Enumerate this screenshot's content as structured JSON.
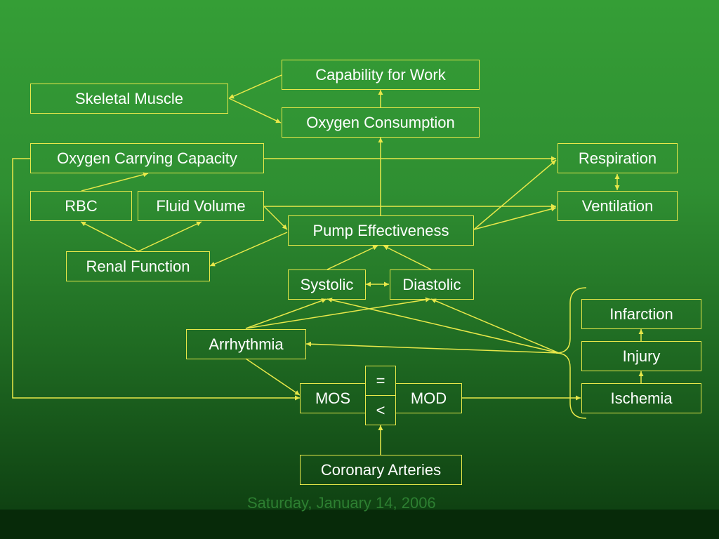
{
  "nodes": {
    "capability_for_work": "Capability for Work",
    "skeletal_muscle": "Skeletal Muscle",
    "oxygen_consumption": "Oxygen Consumption",
    "oxygen_carrying_capacity": "Oxygen Carrying Capacity",
    "respiration": "Respiration",
    "rbc": "RBC",
    "fluid_volume": "Fluid Volume",
    "ventilation": "Ventilation",
    "pump_effectiveness": "Pump Effectiveness",
    "renal_function": "Renal Function",
    "systolic": "Systolic",
    "diastolic": "Diastolic",
    "infarction": "Infarction",
    "arrhythmia": "Arrhythmia",
    "injury": "Injury",
    "mos": "MOS",
    "equals": "=",
    "less_than": "<",
    "mod": "MOD",
    "ischemia": "Ischemia",
    "coronary_arteries": "Coronary Arteries"
  },
  "footer": {
    "date": "Saturday, January 14, 2006"
  },
  "colors": {
    "line": "#e8e84a",
    "box_border": "#e8e84a",
    "text": "#ffffff",
    "background_top": "#359e36",
    "background_bottom": "#0c3a0f"
  }
}
